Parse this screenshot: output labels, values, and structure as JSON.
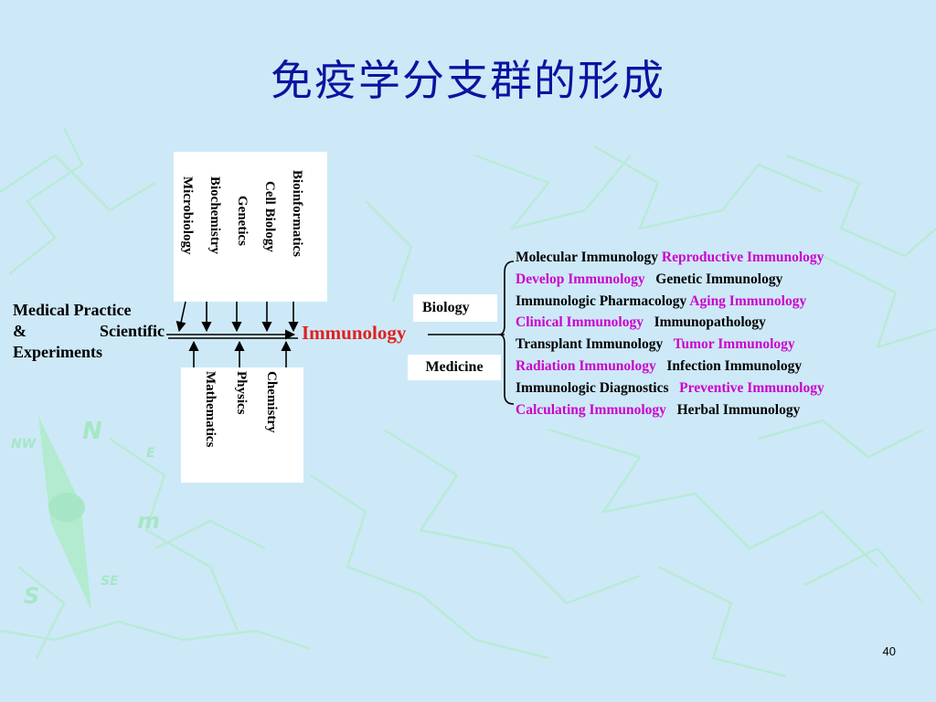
{
  "title": "免疫学分支群的形成",
  "top_box": [
    "Bioinformatics",
    "Cell Biology",
    "Genetics",
    "Biochemistry",
    "Microbiology"
  ],
  "bottom_box": [
    "Chemistry",
    "Physics",
    "Mathematics"
  ],
  "left_label": {
    "line1": "Medical Practice",
    "amp": "&",
    "scientific": "Scientific",
    "line3": "Experiments"
  },
  "center_label": "Immunology",
  "branches": {
    "biology": "Biology",
    "medicine": "Medicine"
  },
  "subfields": [
    [
      {
        "text": "Molecular Immunology",
        "color": "black"
      },
      {
        "text": "Reproductive Immunology",
        "color": "magenta"
      }
    ],
    [
      {
        "text": "Develop Immunology",
        "color": "magenta"
      },
      {
        "text": "Genetic Immunology",
        "color": "black"
      }
    ],
    [
      {
        "text": "Immunologic Pharmacology",
        "color": "black"
      },
      {
        "text": "Aging Immunology",
        "color": "magenta"
      }
    ],
    [
      {
        "text": "Clinical Immunology",
        "color": "magenta"
      },
      {
        "text": "Immunopathology",
        "color": "black"
      }
    ],
    [
      {
        "text": "Transplant Immunology",
        "color": "black"
      },
      {
        "text": "Tumor Immunology",
        "color": "magenta"
      }
    ],
    [
      {
        "text": "Radiation Immunology",
        "color": "magenta"
      },
      {
        "text": "Infection Immunology",
        "color": "black"
      }
    ],
    [
      {
        "text": "Immunologic Diagnostics",
        "color": "black"
      },
      {
        "text": "Preventive Immunology",
        "color": "magenta"
      }
    ],
    [
      {
        "text": "Calculating Immunology",
        "color": "magenta"
      },
      {
        "text": "Herbal Immunology",
        "color": "black"
      }
    ]
  ],
  "colors": {
    "background": "#cde9f7",
    "title": "#0a14a0",
    "immunology": "#e02020",
    "highlight": "#cc00cc",
    "decor": "#b9ecd9"
  },
  "page_number": "40"
}
